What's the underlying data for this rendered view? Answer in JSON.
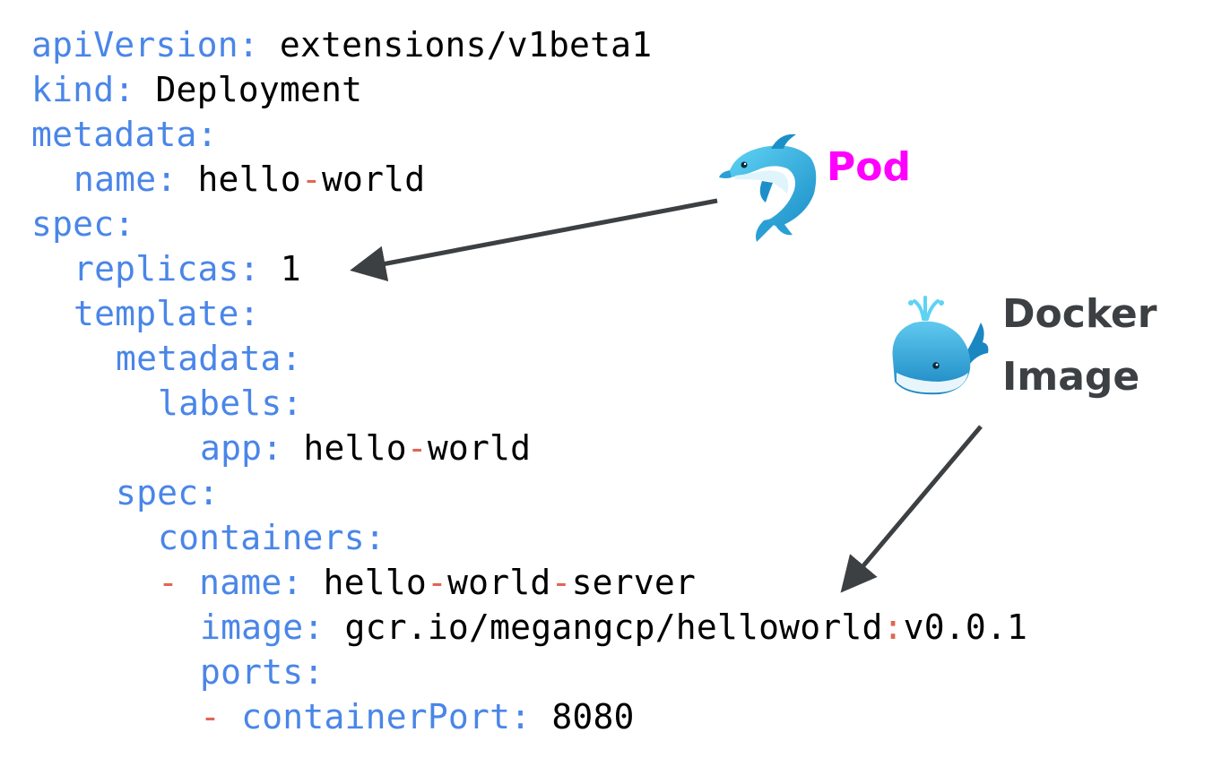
{
  "code_lines": [
    {
      "indent": 0,
      "tokens": [
        {
          "k": "apiVersion:"
        },
        {
          "v": " extensions/v1beta1"
        }
      ]
    },
    {
      "indent": 0,
      "tokens": [
        {
          "k": "kind:"
        },
        {
          "v": " Deployment"
        }
      ]
    },
    {
      "indent": 0,
      "tokens": [
        {
          "k": "metadata:"
        }
      ]
    },
    {
      "indent": 1,
      "tokens": [
        {
          "k": "name:"
        },
        {
          "v": " hello"
        },
        {
          "p": "-"
        },
        {
          "v": "world"
        }
      ]
    },
    {
      "indent": 0,
      "tokens": [
        {
          "k": "spec:"
        }
      ]
    },
    {
      "indent": 1,
      "tokens": [
        {
          "k": "replicas:"
        },
        {
          "v": " 1"
        }
      ]
    },
    {
      "indent": 1,
      "tokens": [
        {
          "k": "template:"
        }
      ]
    },
    {
      "indent": 2,
      "tokens": [
        {
          "k": "metadata:"
        }
      ]
    },
    {
      "indent": 3,
      "tokens": [
        {
          "k": "labels:"
        }
      ]
    },
    {
      "indent": 4,
      "tokens": [
        {
          "k": "app:"
        },
        {
          "v": " hello"
        },
        {
          "p": "-"
        },
        {
          "v": "world"
        }
      ]
    },
    {
      "indent": 2,
      "tokens": [
        {
          "k": "spec:"
        }
      ]
    },
    {
      "indent": 3,
      "tokens": [
        {
          "k": "containers:"
        }
      ]
    },
    {
      "indent": 3,
      "tokens": [
        {
          "p": "- "
        },
        {
          "k": "name:"
        },
        {
          "v": " hello"
        },
        {
          "p": "-"
        },
        {
          "v": "world"
        },
        {
          "p": "-"
        },
        {
          "v": "server"
        }
      ]
    },
    {
      "indent": 4,
      "tokens": [
        {
          "k": "image:"
        },
        {
          "v": " gcr.io/megangcp/helloworld"
        },
        {
          "p": ":"
        },
        {
          "v": "v0.0.1"
        }
      ]
    },
    {
      "indent": 4,
      "tokens": [
        {
          "k": "ports:"
        }
      ]
    },
    {
      "indent": 4,
      "tokens": [
        {
          "p": "- "
        },
        {
          "k": "containerPort:"
        },
        {
          "v": " 8080"
        }
      ]
    }
  ],
  "callouts": {
    "pod": {
      "label": "Pod",
      "icon": "dolphin-icon",
      "color": "#ff00ff"
    },
    "docker": {
      "label_line1": "Docker",
      "label_line2": "Image",
      "icon": "whale-icon",
      "color": "#3c4043"
    }
  },
  "colors": {
    "key": "#4a86e8",
    "value": "#000000",
    "punctuation": "#e06655",
    "arrow": "#3c4043"
  }
}
